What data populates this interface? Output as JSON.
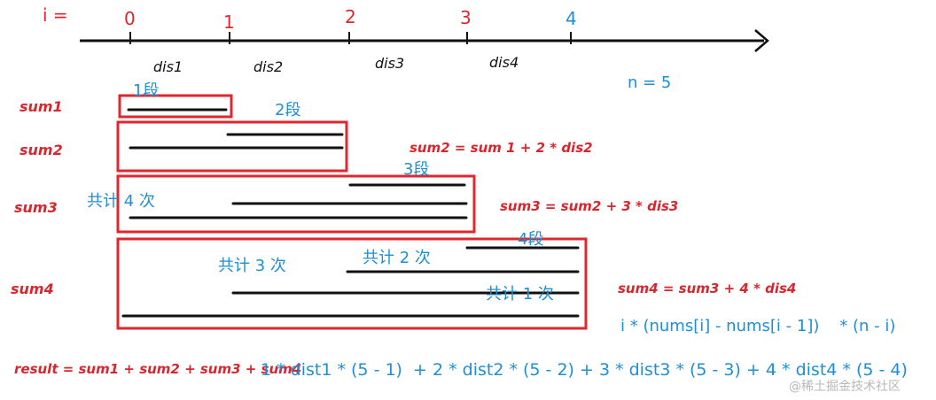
{
  "axis": {
    "index_label": "i =",
    "ticks": [
      "0",
      "1",
      "2",
      "3",
      "4"
    ],
    "intervals": [
      "dis1",
      "dis2",
      "dis3",
      "dis4"
    ]
  },
  "n_label": "n = 5",
  "sums": {
    "sum1": "sum1",
    "sum2": "sum2",
    "sum3": "sum3",
    "sum4": "sum4"
  },
  "segment_labels": {
    "seg1": "1段",
    "seg2": "2段",
    "seg3": "3段",
    "seg4": "4段"
  },
  "count_labels": {
    "four": "共计 4 次",
    "three": "共计 3 次",
    "two": "共计 2 次",
    "one": "共计 1 次"
  },
  "formulas": {
    "sum2": "sum2 = sum 1 + 2 * dis2",
    "sum3": "sum3 = sum2 + 3 * dis3",
    "sum4": "sum4 = sum3 + 4 * dis4",
    "general": "i * (nums[i] - nums[i - 1])    * (n - i)",
    "result": "result = sum1 + sum2 + sum3 + sum4",
    "expanded": "1 * dist1 * (5 - 1)  + 2 * dist2 * (5 - 2) + 3 * dist3 * (5 - 3) + 4 * dist4 * (5 - 4)"
  },
  "watermark": "@稀土掘金技术社区"
}
